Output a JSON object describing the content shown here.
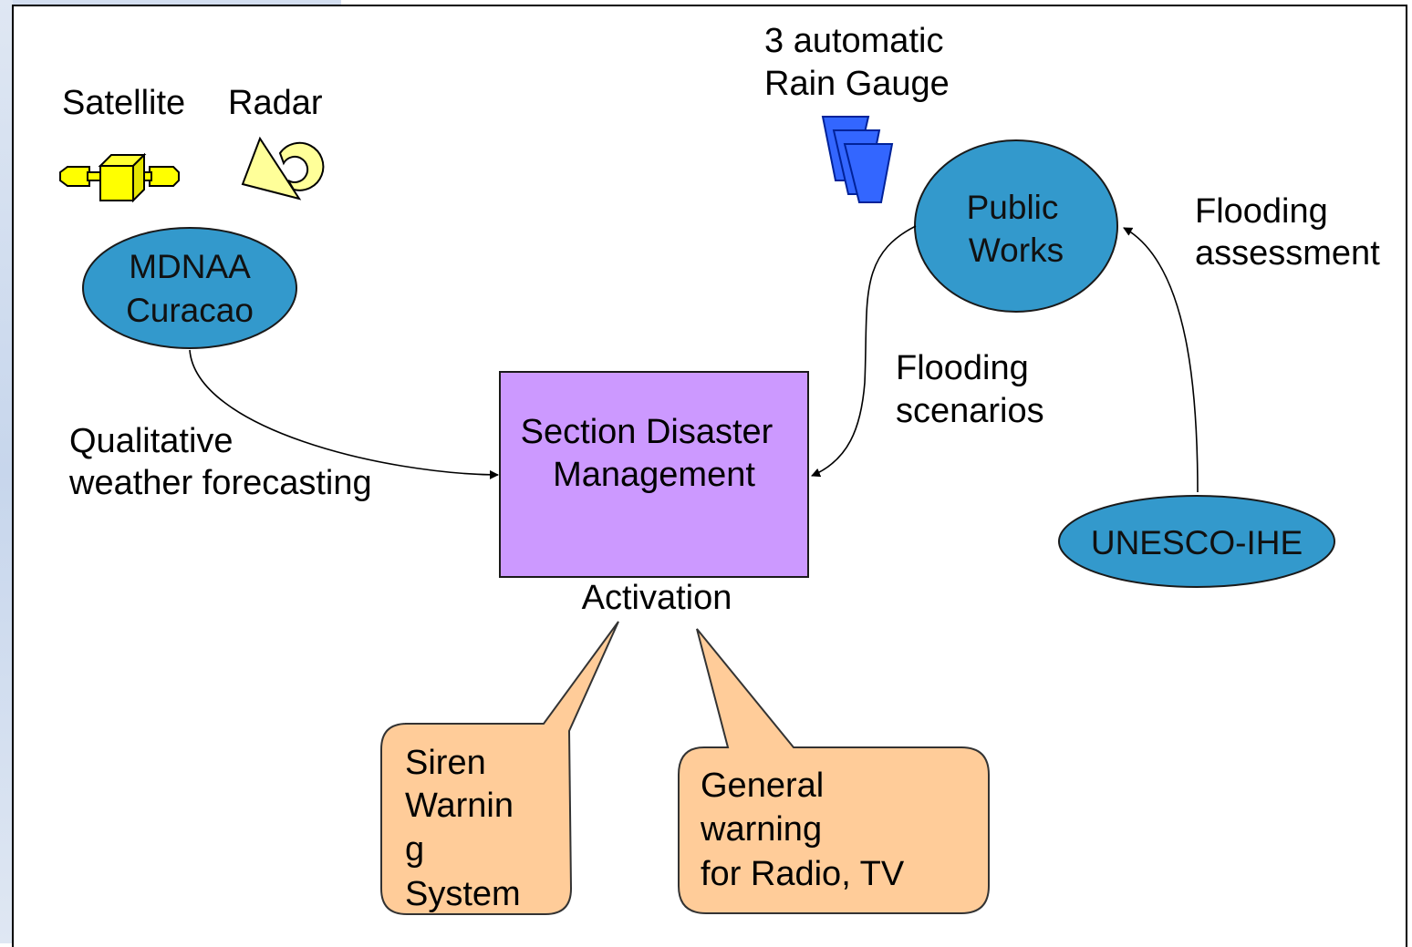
{
  "colors": {
    "ellipse_fill": "#3399cc",
    "box_fill": "#cc99ff",
    "callout_fill": "#ffcc99",
    "satellite": "#ffff00",
    "radar": "#ffff99",
    "gauge": "#3366ff"
  },
  "icons": {
    "satellite": "satellite-icon",
    "radar": "radar-icon",
    "rain_gauge": "rain-gauge-icon"
  },
  "labels": {
    "satellite": "Satellite",
    "radar": "Radar",
    "rain_gauge_line1": "3 automatic",
    "rain_gauge_line2": "Rain Gauge"
  },
  "nodes": {
    "mdnaa": [
      "MDNAA",
      "Curacao"
    ],
    "public_works": [
      "Public",
      "Works"
    ],
    "unesco": "UNESCO-IHE",
    "sdm": [
      "Section Disaster",
      "Management"
    ]
  },
  "edges": {
    "qualitative": [
      "Qualitative",
      "weather forecasting"
    ],
    "flooding_scenarios": [
      "Flooding",
      "scenarios"
    ],
    "flooding_assessment": [
      "Flooding",
      "assessment"
    ],
    "activation": "Activation"
  },
  "callouts": {
    "siren": [
      "Siren",
      "Warnin",
      "g",
      "System"
    ],
    "general": [
      "General",
      "warning",
      "for Radio, TV"
    ]
  }
}
